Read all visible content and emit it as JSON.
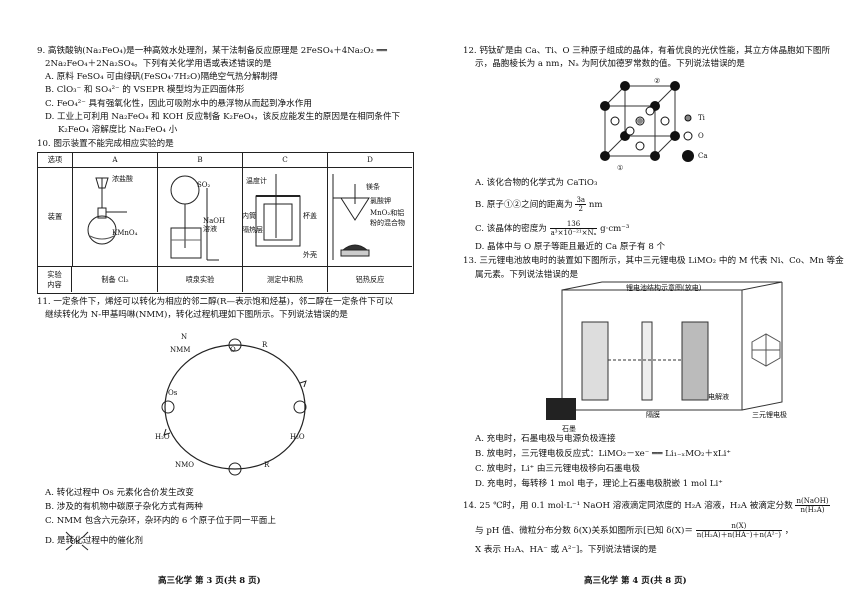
{
  "left": {
    "q9": {
      "stem1": "9. 高铁酸钠(Na₂FeO₄)是一种高效水处理剂，某干法制备反应原理是 2FeSO₄＋4Na₂O₂ ══",
      "stem2": "2Na₂FeO₄＋2Na₂SO₄。下列有关化学用语或表述错误的是",
      "A": "A. 原料 FeSO₄ 可由绿矾(FeSO₄·7H₂O)隔绝空气热分解制得",
      "B": "B. ClO₃⁻ 和 SO₄²⁻ 的 VSEPR 模型均为正四面体形",
      "C": "C. FeO₄²⁻ 具有强氧化性，因此可吸附水中的悬浮物从而起到净水作用",
      "D1": "D. 工业上可利用 Na₂FeO₄ 和 KOH 反应制备 K₂FeO₄，该反应能发生的原因是在相同条件下",
      "D2": "K₂FeO₄ 溶解度比 Na₂FeO₄ 小"
    },
    "q10": {
      "stem": "10. 图示装置不能完成相应实验的是",
      "table": {
        "row_header_option": "选项",
        "row_header_device": "装置",
        "row_header_content": "实验\n内容",
        "columns": [
          "A",
          "B",
          "C",
          "D"
        ],
        "contents": [
          "制备 Cl₂",
          "喷泉实验",
          "测定中和热",
          "铝热反应"
        ],
        "labels_A": [
          "浓盐酸",
          "KMnO₄"
        ],
        "labels_B": [
          "SO₂",
          "NaOH",
          "溶液"
        ],
        "labels_C": [
          "温度计",
          "内筒",
          "隔热层",
          "杯盖",
          "外壳"
        ],
        "labels_D": [
          "镁条",
          "氯酸钾",
          "MnO₂和铝",
          "粉的混合物"
        ]
      }
    },
    "q11": {
      "stem1": "11. 一定条件下，烯烃可以转化为相应的邻二醇(R—表示饱和烃基)，邻二醇在一定条件下可以",
      "stem2": "继续转化为 N-甲基吗啉(NMM)，转化过程机理如下图所示。下列说法错误的是",
      "A": "A. 转化过程中 Os 元素化合价发生改变",
      "B": "B. 涉及的有机物中碳原子杂化方式有两种",
      "C": "C. NMM 包含六元杂环，杂环内的 6 个原子位于同一平面上",
      "D": "D.         是转化过程中的催化剂",
      "mech_labels": [
        "NMM",
        "NMO",
        "H₂O",
        "H₂O",
        "R",
        "R",
        "Os",
        "O",
        "N"
      ]
    },
    "footer": "高三化学   第 3 页(共 8 页)"
  },
  "right": {
    "q12": {
      "stem1": "12. 钙钛矿是由 Ca、Ti、O 三种原子组成的晶体，有着优良的光伏性能，其立方体晶胞如下图所",
      "stem2": "示，晶胞棱长为 a nm，Nₐ 为阿伏加德罗常数的值。下列说法错误的是",
      "legend": [
        "Ti",
        "O",
        "Ca"
      ],
      "point_labels": [
        "②",
        "①"
      ],
      "A": "A. 该化合物的化学式为 CaTiO₃",
      "B_pre": "B. 原子①②之间的距离为",
      "B_num": "3a",
      "B_den": "2",
      "B_post": "nm",
      "C_pre": "C. 该晶体的密度为",
      "C_num": "136",
      "C_den": "a³×10⁻²¹×Nₐ",
      "C_post": "g·cm⁻³",
      "D": "D. 晶体中与 O 原子等距且最近的 Ca 原子有 8 个"
    },
    "q13": {
      "stem1": "13. 三元锂电池放电时的装置如下图所示，其中三元锂电极 LiMO₂ 中的 M 代表 Ni、Co、Mn 等金",
      "stem2": "属元素。下列说法错误的是",
      "fig_title": "锂电池结构示意图(放电)",
      "fig_labels": [
        "隔膜",
        "石墨",
        "电解液",
        "三元锂电极"
      ],
      "A": "A. 充电时，石墨电极与电源负极连接",
      "B": "B. 放电时，三元锂电极反应式：LiMO₂－xe⁻ ══ Li₁₋ₓMO₂＋xLi⁺",
      "C": "C. 放电时，Li⁺ 由三元锂电极移向石墨电极",
      "D": "D. 充电时，每转移 1 mol 电子，理论上石墨电极脱嵌 1 mol Li⁺"
    },
    "q14": {
      "stem1_pre": "14. 25 ℃时，用 0.1 mol·L⁻¹ NaOH 溶液滴定同浓度的 H₂A 溶液，H₂A 被滴定分数",
      "frac1_num": "n(NaOH)",
      "frac1_den": "n(H₂A)",
      "stem2_pre": "与 pH 值、微粒分布分数 δ(X)关系如图所示[已知 δ(X)＝",
      "frac2_num": "n(X)",
      "frac2_den": "n(H₂A)＋n(HA⁻)＋n(A²⁻)",
      "stem2_post": "，",
      "stem3": "X 表示 H₂A、HA⁻ 或 A²⁻]。下列说法错误的是"
    },
    "footer": "高三化学   第 4 页(共 8 页)"
  }
}
